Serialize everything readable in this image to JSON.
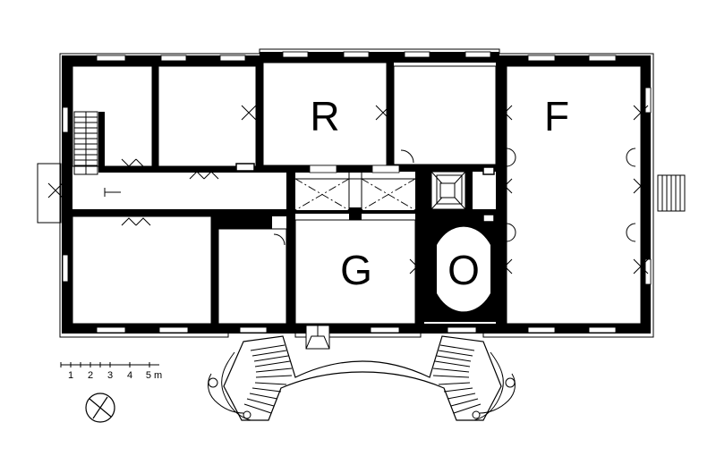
{
  "rooms": {
    "r": "R",
    "f": "F",
    "g": "G",
    "o": "O"
  },
  "scale": {
    "ticks": [
      "1",
      "2",
      "3",
      "4",
      "5 m"
    ]
  },
  "colors": {
    "wall": "#000000",
    "background": "#ffffff"
  },
  "icons": {
    "north": "compass-circle-icon"
  }
}
